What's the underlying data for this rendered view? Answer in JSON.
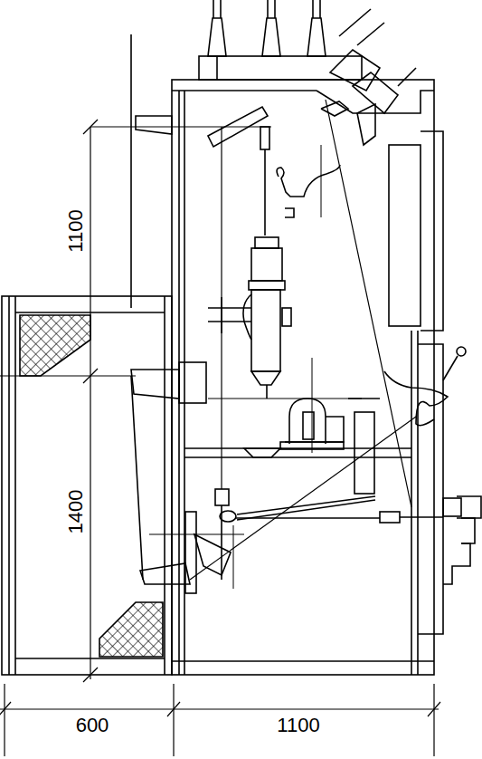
{
  "diagram": {
    "labels": [
      "1100",
      "1400",
      "600",
      "1100"
    ]
  }
}
